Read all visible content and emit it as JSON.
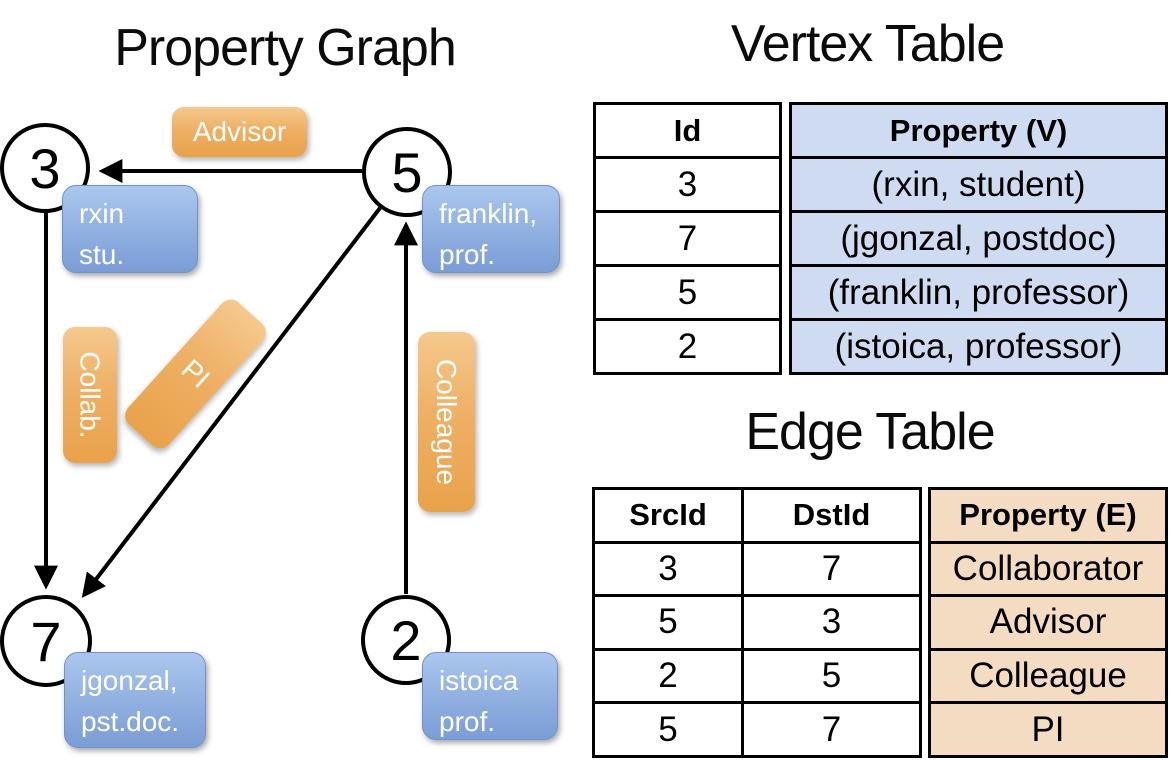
{
  "graph": {
    "title": "Property Graph",
    "nodes": [
      {
        "id": "3",
        "lines": [
          "rxin",
          "stu."
        ]
      },
      {
        "id": "5",
        "lines": [
          "franklin,",
          "prof."
        ]
      },
      {
        "id": "7",
        "lines": [
          "jgonzal,",
          "pst.doc."
        ]
      },
      {
        "id": "2",
        "lines": [
          "istoica",
          "prof."
        ]
      }
    ],
    "edge_labels": {
      "advisor": "Advisor",
      "collab": "Collab.",
      "pi": "PI",
      "colleague": "Colleague"
    },
    "edges": [
      {
        "src": "5",
        "dst": "3",
        "label": "Advisor"
      },
      {
        "src": "3",
        "dst": "7",
        "label": "Collab."
      },
      {
        "src": "5",
        "dst": "7",
        "label": "PI"
      },
      {
        "src": "2",
        "dst": "5",
        "label": "Colleague"
      }
    ]
  },
  "vertex_table": {
    "title": "Vertex Table",
    "columns": [
      "Id",
      "Property (V)"
    ],
    "rows": [
      [
        "3",
        "(rxin, student)"
      ],
      [
        "7",
        "(jgonzal, postdoc)"
      ],
      [
        "5",
        "(franklin, professor)"
      ],
      [
        "2",
        "(istoica, professor)"
      ]
    ]
  },
  "edge_table": {
    "title": "Edge Table",
    "columns": [
      "SrcId",
      "DstId",
      "Property (E)"
    ],
    "rows": [
      [
        "3",
        "7",
        "Collaborator"
      ],
      [
        "5",
        "3",
        "Advisor"
      ],
      [
        "2",
        "5",
        "Colleague"
      ],
      [
        "5",
        "7",
        "PI"
      ]
    ]
  },
  "colors": {
    "vertex_box_blue": "#8fafe0",
    "edge_box_orange": "#eeb065",
    "vertex_table_fill": "#cfdbf1",
    "edge_table_fill": "#f4dcc2",
    "line_black": "#000000"
  }
}
